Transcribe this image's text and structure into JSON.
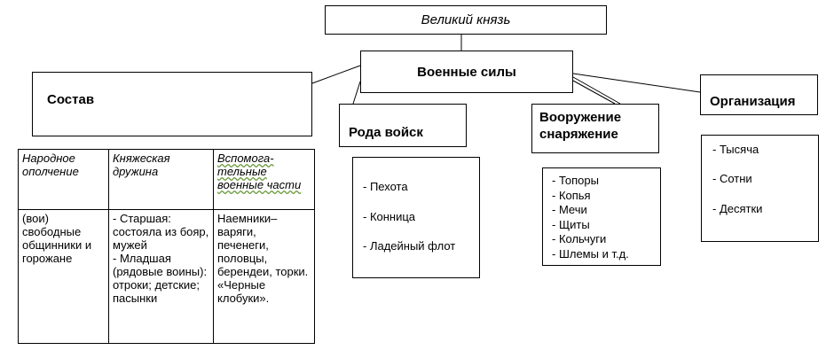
{
  "top": {
    "label": "Великий князь"
  },
  "center": {
    "label": "Военные силы"
  },
  "composition": {
    "label": "Состав",
    "table": {
      "headers": [
        "Народное ополчение",
        "Княжеская дружина",
        "Вспомога-тельные военные части"
      ],
      "cells": [
        "(вои) свободные общинники и горожане",
        "- Старшая: состояла из бояр, мужей\n- Младшая (рядовые воины): отроки; детские; пасынки",
        "Наемники–варяги, печенеги, половцы, берендеи, торки. «Черные клобуки»."
      ]
    }
  },
  "branches": {
    "label": "Рода войск",
    "items": [
      "- Пехота",
      "- Конница",
      "- Ладейный флот"
    ]
  },
  "weapons": {
    "label": "Вооружение снаряжение",
    "items": [
      "- Топоры",
      "- Копья",
      "- Мечи",
      "- Щиты",
      "- Кольчуги",
      "- Шлемы и т.д."
    ]
  },
  "organization": {
    "label": "Организация",
    "items": [
      "- Тысяча",
      "- Сотни",
      "- Десятки"
    ]
  }
}
